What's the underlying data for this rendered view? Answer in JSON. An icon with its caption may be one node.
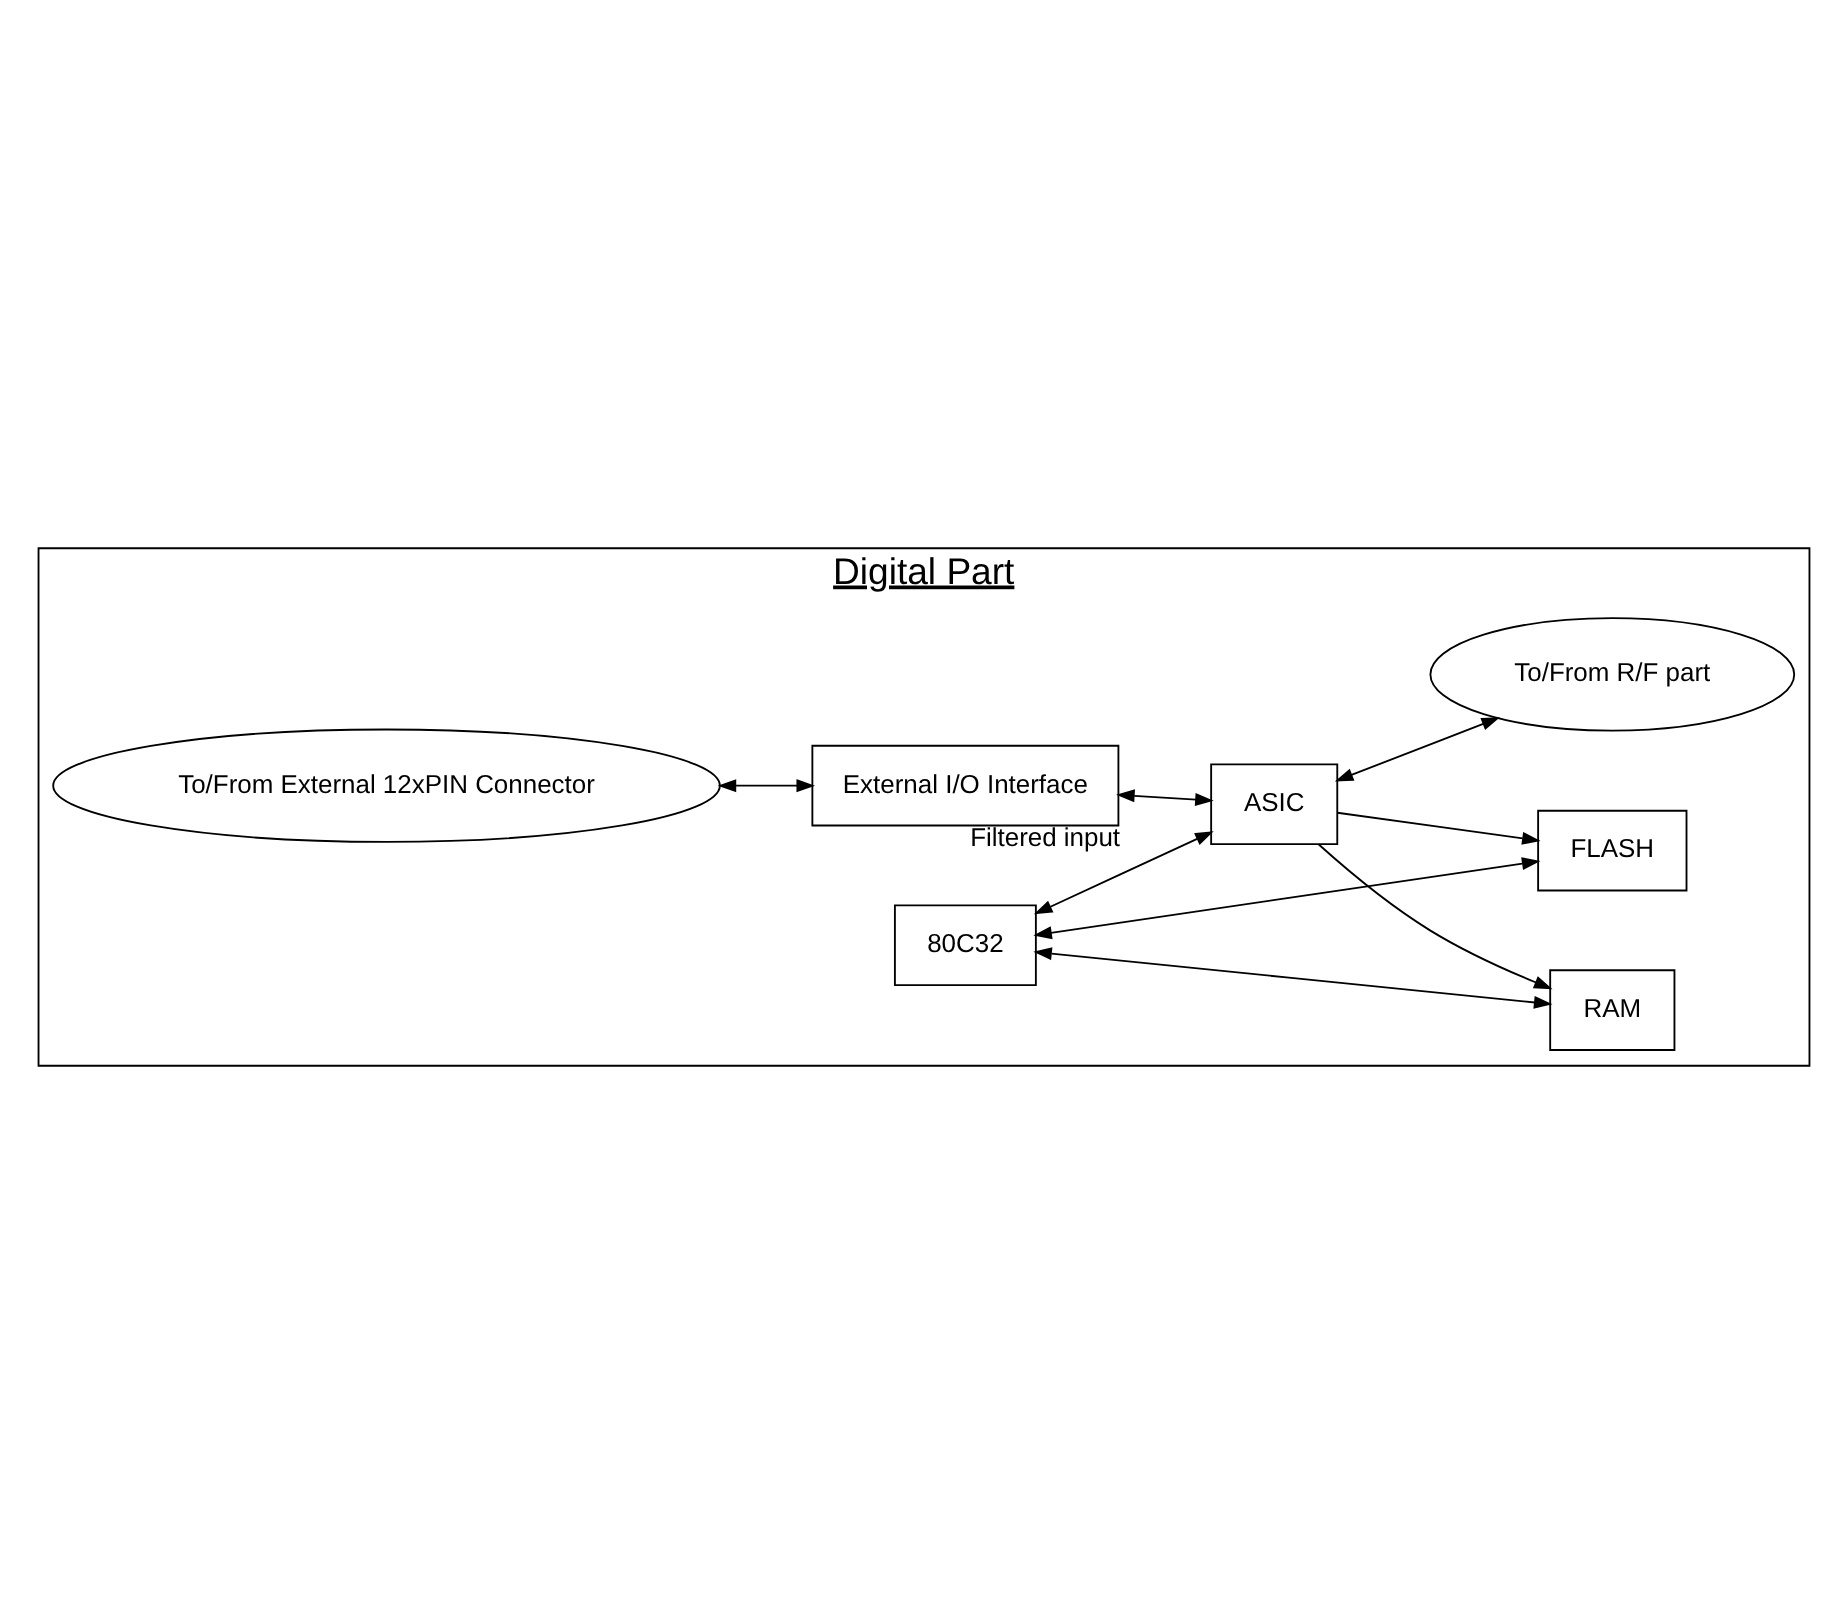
{
  "diagram": {
    "nodes": [
      {
        "text": [
          "Digital Part"
        ]
      },
      {
        "text": [
          "To/From External 12xPIN Connector"
        ],
        "in": 0
      },
      {
        "text": [
          "External I/O Interface"
        ],
        "beside": [
          "Filtered input"
        ],
        "in": 0
      },
      {
        "text": [
          "80C32"
        ],
        "in": 0
      },
      {
        "text": [
          "ASIC"
        ],
        "in": 0
      },
      {
        "text": [
          "RAM"
        ],
        "in": 0
      },
      {
        "text": [
          "FLASH"
        ],
        "in": 0
      },
      {
        "text": [
          "To/From R/F part"
        ],
        "in": 0
      }
    ],
    "edges": [
      {
        "from": 1,
        "to": 2,
        "arrow": "both"
      },
      {
        "from": 2,
        "to": 4,
        "arrow": "both"
      },
      {
        "from": 3,
        "to": 4,
        "arrow": "both"
      },
      {
        "from": 3,
        "to": 5,
        "arrow": "both"
      },
      {
        "from": 3,
        "to": 6,
        "arrow": "both"
      },
      {
        "from": 4,
        "to": 5,
        "arrow": "to"
      },
      {
        "from": 4,
        "to": 6,
        "arrow": "to"
      },
      {
        "from": 4,
        "to": 7,
        "arrow": "both"
      }
    ]
  }
}
